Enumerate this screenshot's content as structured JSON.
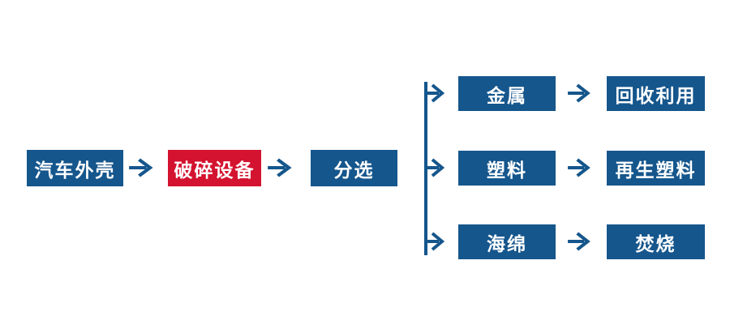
{
  "diagram": {
    "type": "flowchart",
    "main_flow": [
      {
        "id": "car-shell",
        "label": "汽车外壳",
        "color": "#15568C"
      },
      {
        "id": "crushing-equipment",
        "label": "破碎设备",
        "color": "#D3132F"
      },
      {
        "id": "sorting",
        "label": "分选",
        "color": "#15568C"
      }
    ],
    "branches": [
      {
        "id": "metal",
        "material": "金属",
        "outcome": "回收利用"
      },
      {
        "id": "plastic",
        "material": "塑料",
        "outcome": "再生塑料"
      },
      {
        "id": "sponge",
        "material": "海绵",
        "outcome": "焚烧"
      }
    ],
    "arrow_glyph": "→"
  },
  "colors": {
    "node_blue": "#15568C",
    "node_red": "#D3132F",
    "connector_blue": "#15568C",
    "text_white": "#FFFFFF",
    "background": "#FFFFFF"
  }
}
